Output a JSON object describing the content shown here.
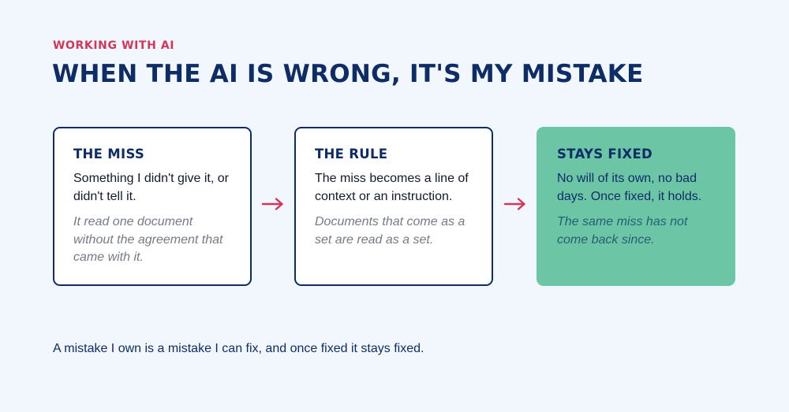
{
  "header": {
    "eyebrow": "WORKING WITH AI",
    "title": "WHEN THE AI IS WRONG, IT'S MY MISTAKE"
  },
  "cards": [
    {
      "heading": "THE MISS",
      "body": "Something I didn't give it, or didn't tell it.",
      "example": "It read one document without the agreement that came with it."
    },
    {
      "heading": "THE RULE",
      "body": "The miss becomes a line of context or an instruction.",
      "example": "Documents that come as a set are read as a set."
    },
    {
      "heading": "STAYS FIXED",
      "body": "No will of its own, no bad days. Once fixed, it holds.",
      "example": "The same miss has not come back since."
    }
  ],
  "footer": {
    "text": "A mistake I own is a mistake I can fix, and once fixed it stays fixed."
  },
  "colors": {
    "background": "#f2f7fd",
    "navy": "#0e2d66",
    "accent_red": "#d2365b",
    "fixed_card_green": "#6cc6a6"
  },
  "icons": {
    "connector": "arrow-right-icon"
  }
}
